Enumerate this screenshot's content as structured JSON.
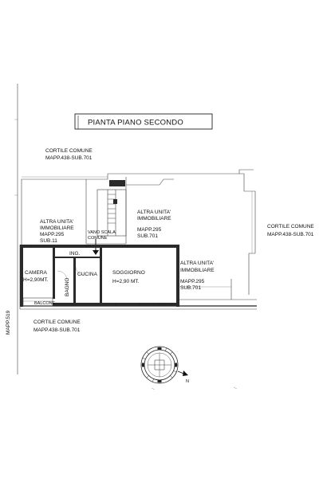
{
  "title": "PIANTA PIANO SECONDO",
  "left_margin_label": "MAPP.519",
  "rooms": {
    "camera": {
      "name": "CAMERA",
      "height": "H=2,90MT."
    },
    "bagno": {
      "name": "BAGNO"
    },
    "ing": {
      "name": "ING."
    },
    "cucina": {
      "name": "CUCINA"
    },
    "soggiorno": {
      "name": "SOGGIORNO",
      "height": "H=2,90 MT."
    },
    "balcone": {
      "name": "BALCONE"
    },
    "vano_scala": {
      "line1": "VANO SCALA",
      "line2": "COMUNE"
    }
  },
  "neighbours": {
    "cortile_top": {
      "line1": "CORTILE COMUNE",
      "line2": "MAPP.438-SUB.701"
    },
    "cortile_right": {
      "line1": "CORTILE COMUNE",
      "line2": "MAPP.438-SUB.701"
    },
    "cortile_bottom": {
      "line1": "CORTILE COMUNE",
      "line2": "MAPP.438-SUB.701"
    },
    "unit_left": {
      "line1": "ALTRA UNITA'",
      "line2": "IMMOBILIARE",
      "line3": "MAPP.295",
      "line4": "SUB.11"
    },
    "unit_center": {
      "line1": "ALTRA UNITA'",
      "line2": "IMMOBILIARE",
      "line3": "MAPP.295",
      "line4": "SUB.701"
    },
    "unit_right": {
      "line1": "ALTRA UNITA'",
      "line2": "IMMOBILIARE",
      "line3": "MAPP.295",
      "line4": "SUB.701"
    }
  },
  "compass": {
    "north_label": "N"
  }
}
